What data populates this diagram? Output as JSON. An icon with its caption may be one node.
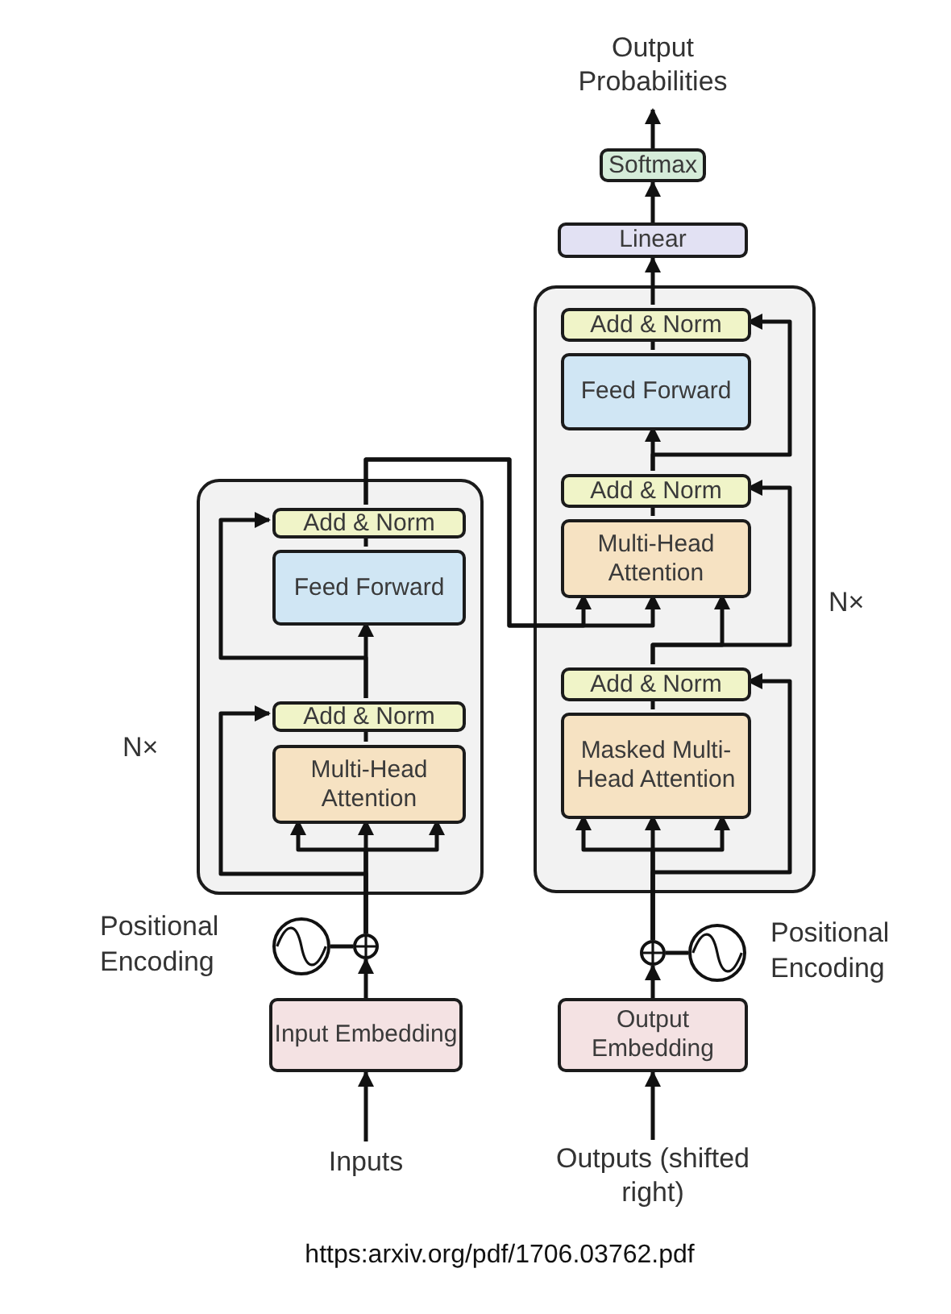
{
  "diagram": {
    "nodes": [
      {
        "text": [
          "Output Probabilities"
        ]
      },
      {
        "text": [
          "Softmax"
        ]
      },
      {
        "text": [
          "Linear"
        ]
      },
      {
        "text": [],
        "shape": "box",
        "beside": [
          "N×"
        ]
      },
      {
        "text": [
          "Add & Norm"
        ],
        "in": 3
      },
      {
        "text": [
          "Feed Forward"
        ],
        "in": 3
      },
      {
        "text": [
          "Add & Norm"
        ],
        "in": 3
      },
      {
        "text": [
          "Multi-Head Attention"
        ],
        "in": 3
      },
      {
        "text": [
          "Add & Norm"
        ],
        "in": 3
      },
      {
        "text": [
          "Masked Multi-Head Attention"
        ],
        "in": 3
      },
      {
        "text": [],
        "shape": "box",
        "beside": [
          "N×"
        ]
      },
      {
        "text": [
          "Add & Norm"
        ],
        "in": 10
      },
      {
        "text": [
          "Feed Forward"
        ],
        "in": 10
      },
      {
        "text": [
          "Add & Norm"
        ],
        "in": 10
      },
      {
        "text": [
          "Multi-Head Attention"
        ],
        "in": 10
      },
      {
        "text": [],
        "shape": "circle"
      },
      {
        "text": [],
        "shape": "circle",
        "beside": [
          "Positional Encoding"
        ]
      },
      {
        "text": [],
        "shape": "circle"
      },
      {
        "text": [],
        "shape": "circle",
        "beside": [
          "Positional Encoding"
        ]
      },
      {
        "text": [
          "Input Embedding"
        ]
      },
      {
        "text": [
          "Output Embedding"
        ]
      },
      {
        "text": [
          "Inputs"
        ]
      },
      {
        "text": [
          "Outputs (shifted right)"
        ]
      }
    ],
    "edges": [
      {
        "from": 21,
        "to": 19,
        "arrow": "to"
      },
      {
        "from": 19,
        "to": 15,
        "arrow": "to"
      },
      {
        "from": 16,
        "to": 15,
        "arrow": "none"
      },
      {
        "from": 15,
        "to": 14,
        "arrow": "to"
      },
      {
        "from": 15,
        "to": 14,
        "arrow": "to"
      },
      {
        "from": 15,
        "to": 14,
        "arrow": "to"
      },
      {
        "from": 15,
        "to": 13,
        "arrow": "to"
      },
      {
        "from": 14,
        "to": 13,
        "arrow": "none"
      },
      {
        "from": 13,
        "to": 12,
        "arrow": "to"
      },
      {
        "from": 13,
        "to": 11,
        "arrow": "to"
      },
      {
        "from": 12,
        "to": 11,
        "arrow": "none"
      },
      {
        "from": 11,
        "to": 7,
        "arrow": "to"
      },
      {
        "from": 11,
        "to": 7,
        "arrow": "to"
      },
      {
        "from": 22,
        "to": 20,
        "arrow": "to"
      },
      {
        "from": 20,
        "to": 17,
        "arrow": "to"
      },
      {
        "from": 18,
        "to": 17,
        "arrow": "none"
      },
      {
        "from": 17,
        "to": 9,
        "arrow": "to"
      },
      {
        "from": 17,
        "to": 9,
        "arrow": "to"
      },
      {
        "from": 17,
        "to": 9,
        "arrow": "to"
      },
      {
        "from": 17,
        "to": 8,
        "arrow": "to"
      },
      {
        "from": 9,
        "to": 8,
        "arrow": "none"
      },
      {
        "from": 8,
        "to": 7,
        "arrow": "to"
      },
      {
        "from": 8,
        "to": 6,
        "arrow": "to"
      },
      {
        "from": 7,
        "to": 6,
        "arrow": "none"
      },
      {
        "from": 6,
        "to": 5,
        "arrow": "to"
      },
      {
        "from": 6,
        "to": 4,
        "arrow": "to"
      },
      {
        "from": 5,
        "to": 4,
        "arrow": "none"
      },
      {
        "from": 4,
        "to": 2,
        "arrow": "to"
      },
      {
        "from": 2,
        "to": 1,
        "arrow": "to"
      },
      {
        "from": 1,
        "to": 0,
        "arrow": "to"
      }
    ],
    "labels": [
      "https:arxiv.org/pdf/1706.03762.pdf"
    ]
  }
}
